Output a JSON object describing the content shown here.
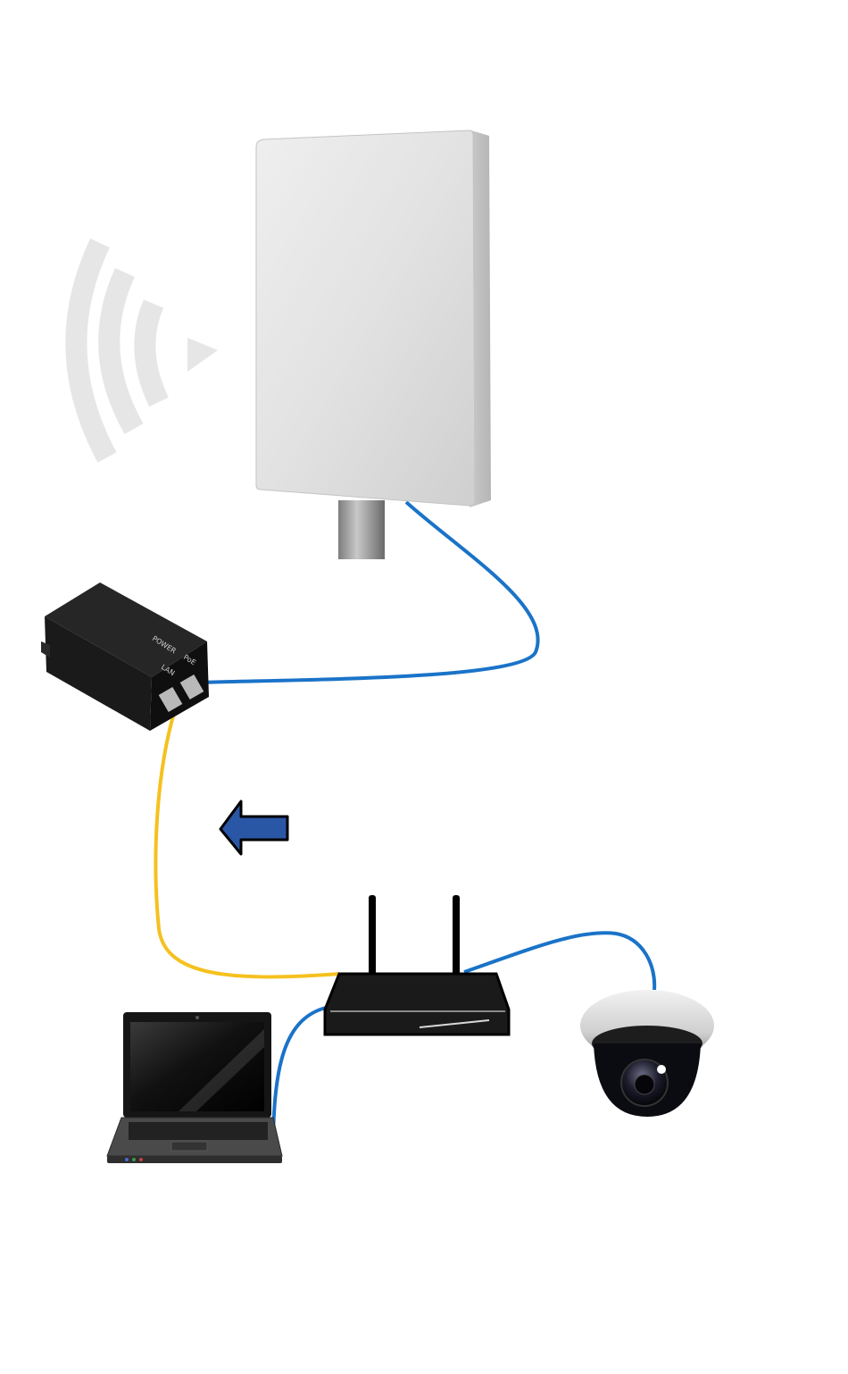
{
  "diagram": {
    "nodes": [
      {
        "id": "outdoor-antenna",
        "kind": "panel antenna on pole"
      },
      {
        "id": "poe-injector",
        "kind": "poe injector",
        "labels": {
          "power": "POWER",
          "poe": "PoE",
          "lan": "LAN"
        }
      },
      {
        "id": "router",
        "kind": "wireless router"
      },
      {
        "id": "laptop",
        "kind": "laptop"
      },
      {
        "id": "dome-camera",
        "kind": "dome camera"
      }
    ],
    "links": [
      {
        "from": "outdoor-antenna",
        "to": "poe-injector",
        "color": "#1a73c8"
      },
      {
        "from": "poe-injector",
        "to": "router",
        "color": "#f5c11f"
      },
      {
        "from": "router",
        "to": "dome-camera",
        "color": "#1a73c8"
      },
      {
        "from": "router",
        "to": "laptop",
        "color": "#1a73c8"
      }
    ],
    "arrow": {
      "direction": "left",
      "color": "#2a56a6"
    },
    "wifi_signal": {
      "icon": "wifi-waves-icon",
      "color": "#e6e6e6"
    }
  }
}
